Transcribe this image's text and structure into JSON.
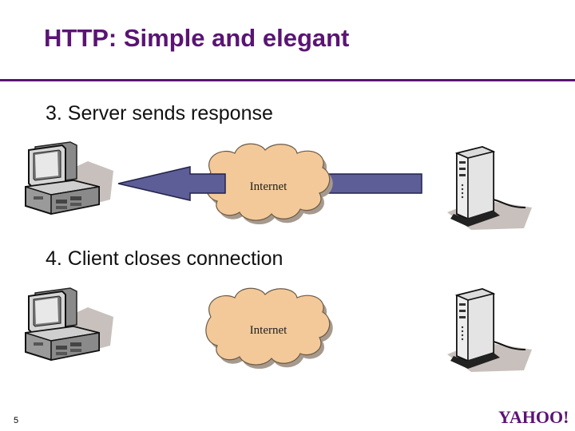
{
  "slide": {
    "title": "HTTP: Simple and elegant",
    "number": "5",
    "brand": "YAHOO!"
  },
  "steps": [
    {
      "label": "3. Server sends response",
      "cloud_label": "Internet"
    },
    {
      "label": "4. Client closes connection",
      "cloud_label": "Internet"
    }
  ],
  "colors": {
    "title": "#5a1473",
    "rule": "#5a1473",
    "cloud_fill": "#f3c999",
    "cloud_shadow": "#a69a8e",
    "arrow_fill": "#5d5d98",
    "arrow_stroke": "#23234a",
    "brand": "#5a1473"
  },
  "icons": [
    "client-computer-icon",
    "internet-cloud-icon",
    "server-tower-icon",
    "response-arrow-icon"
  ]
}
